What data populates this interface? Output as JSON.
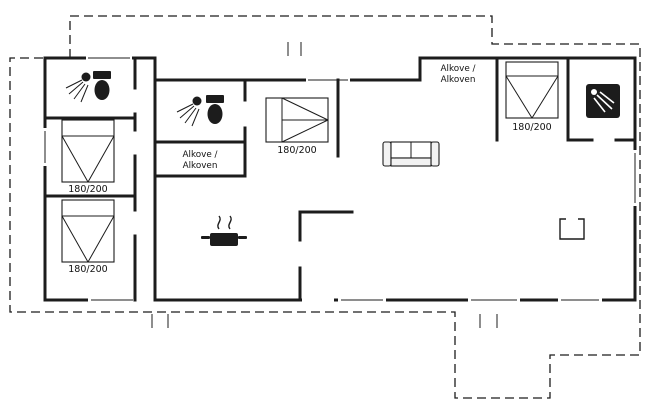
{
  "colors": {
    "wall": "#1c1c1c",
    "bg": "#ffffff"
  },
  "labels": {
    "bed_left_top": "180/200",
    "bed_left_bottom": "180/200",
    "bed_bunk": "180/200",
    "bed_right": "180/200",
    "alcove_middle_line1": "Alkove /",
    "alcove_middle_line2": "Alkoven",
    "alcove_right_line1": "Alkove /",
    "alcove_right_line2": "Alkoven"
  },
  "icons": {
    "bathroom_top_left": [
      "shower-icon",
      "toilet-icon"
    ],
    "bathroom_middle": [
      "shower-icon",
      "toilet-icon"
    ],
    "kitchen": [
      "pot-icon"
    ],
    "living_room": [
      "sofa-icon",
      "fireplace-icon"
    ],
    "bathroom_right": [
      "shower-cabin-icon"
    ]
  }
}
